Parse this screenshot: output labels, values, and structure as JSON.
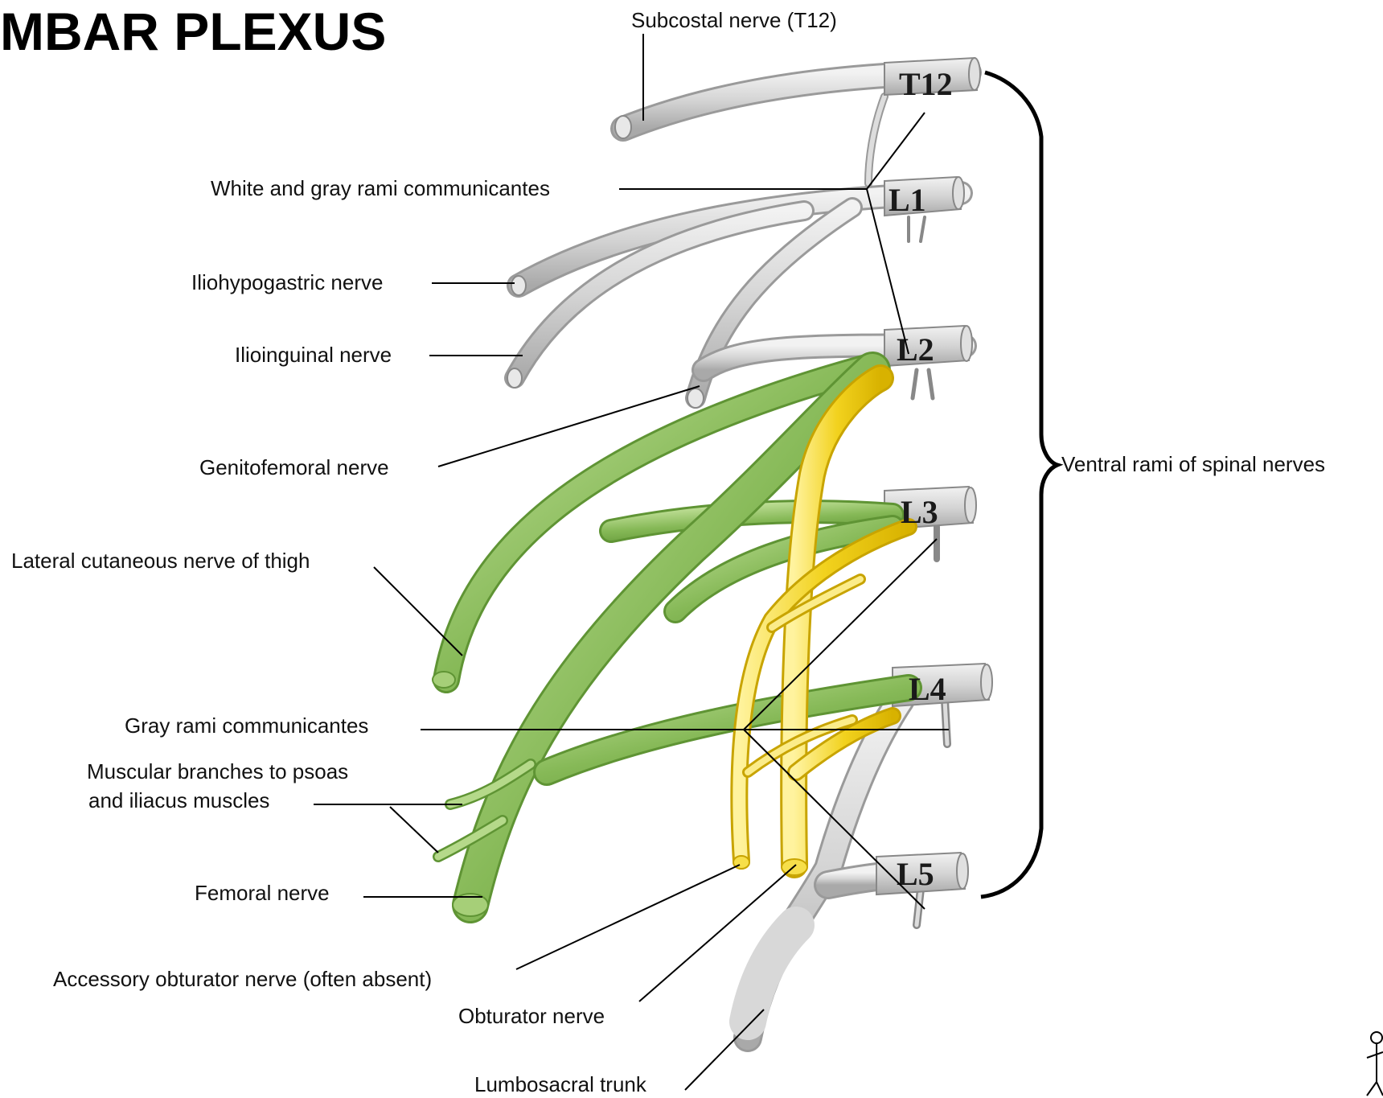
{
  "title": "MBAR PLEXUS",
  "segments": {
    "t12": "T12",
    "l1": "L1",
    "l2": "L2",
    "l3": "L3",
    "l4": "L4",
    "l5": "L5"
  },
  "labels": {
    "subcostal": "Subcostal nerve (T12)",
    "white_gray_rami": "White and gray rami communicantes",
    "iliohypogastric": "Iliohypogastric nerve",
    "ilioinguinal": "Ilioinguinal nerve",
    "genitofemoral": "Genitofemoral nerve",
    "lateral_cutaneous": "Lateral cutaneous nerve of thigh",
    "ventral_rami": "Ventral rami of spinal nerves",
    "gray_rami": "Gray rami communicantes",
    "muscular_branches_line1": "Muscular branches to psoas",
    "muscular_branches_line2": "and iliacus muscles",
    "femoral": "Femoral nerve",
    "accessory_obturator": "Accessory obturator nerve (often absent)",
    "obturator": "Obturator nerve",
    "lumbosacral_trunk": "Lumbosacral trunk"
  },
  "colors": {
    "gray_nerve": "#cfcfcf",
    "gray_nerve_light": "#ececec",
    "green_nerve": "#7fb24a",
    "green_nerve_light": "#b5d98a",
    "yellow_nerve": "#f2d21e",
    "yellow_nerve_light": "#fbec8a"
  }
}
